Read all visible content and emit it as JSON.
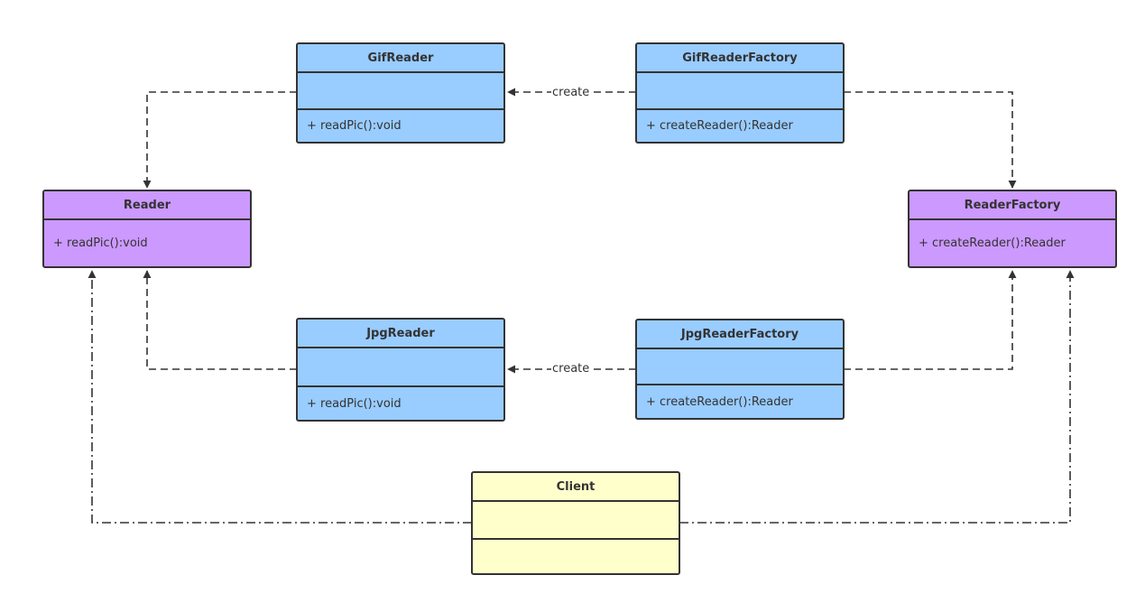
{
  "colors": {
    "product": "#99ccff",
    "abstract": "#cc99ff",
    "client": "#ffffcc",
    "border": "#333333"
  },
  "classes": {
    "gifReader": {
      "name": "GifReader",
      "method": "+ readPic():void"
    },
    "gifReaderFactory": {
      "name": "GifReaderFactory",
      "method": "+ createReader():Reader"
    },
    "reader": {
      "name": "Reader",
      "method": "+ readPic():void"
    },
    "readerFactory": {
      "name": "ReaderFactory",
      "method": "+ createReader():Reader"
    },
    "jpgReader": {
      "name": "JpgReader",
      "method": "+ readPic():void"
    },
    "jpgReaderFactory": {
      "name": "JpgReaderFactory",
      "method": "+ createReader():Reader"
    },
    "client": {
      "name": "Client"
    }
  },
  "edges": {
    "gif_create": "create",
    "jpg_create": "create"
  }
}
